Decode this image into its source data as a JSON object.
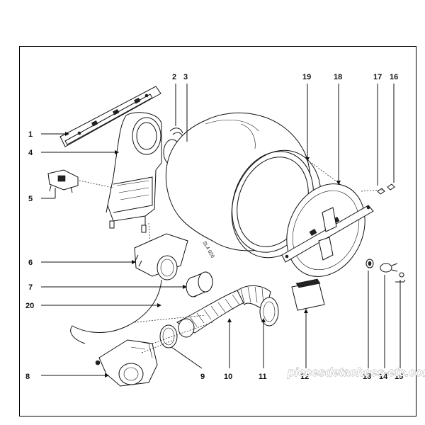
{
  "callouts": [
    {
      "num": "1"
    },
    {
      "num": "2"
    },
    {
      "num": "3"
    },
    {
      "num": "4"
    },
    {
      "num": "5"
    },
    {
      "num": "6"
    },
    {
      "num": "7"
    },
    {
      "num": "8"
    },
    {
      "num": "9"
    },
    {
      "num": "10"
    },
    {
      "num": "11"
    },
    {
      "num": "12"
    },
    {
      "num": "13"
    },
    {
      "num": "14"
    },
    {
      "num": "15"
    },
    {
      "num": "16"
    },
    {
      "num": "17"
    },
    {
      "num": "18"
    },
    {
      "num": "19"
    },
    {
      "num": "20"
    }
  ],
  "drawing_code": "SL4 020",
  "watermark": "piecesdetachees-etc.com"
}
